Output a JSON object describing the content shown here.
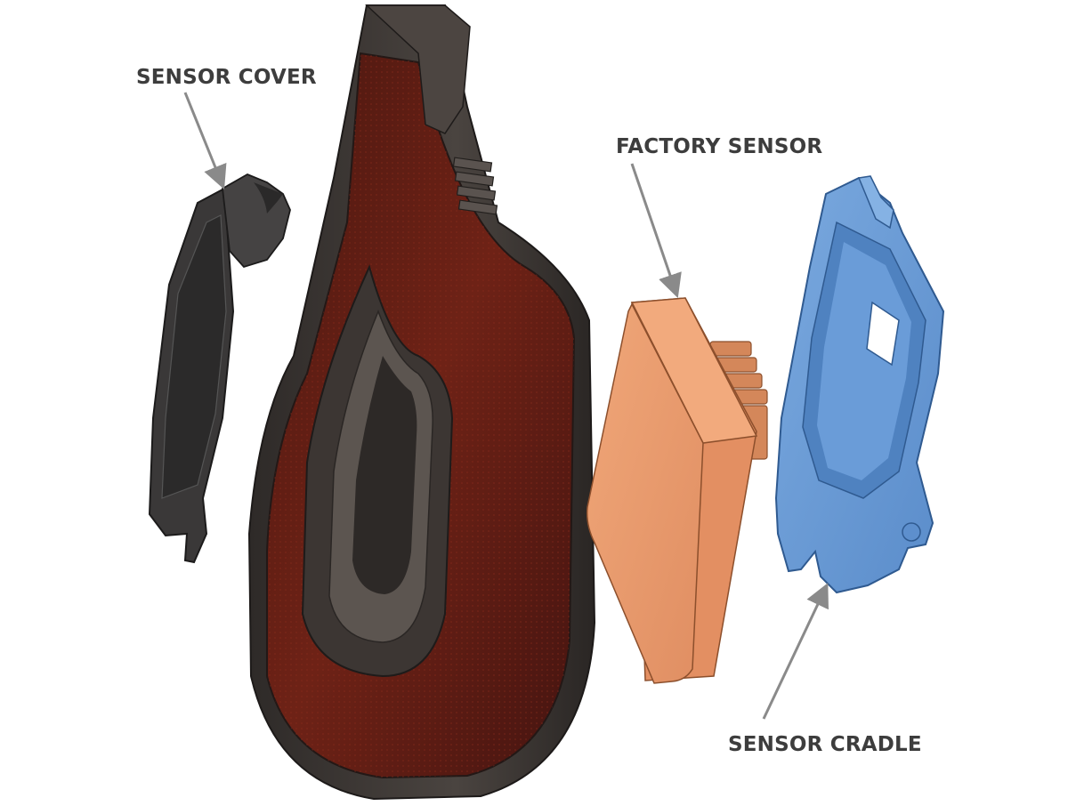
{
  "labels": {
    "sensor_cover": "SENSOR COVER",
    "factory_sensor": "FACTORY SENSOR",
    "sensor_cradle": "SENSOR CRADLE"
  },
  "colors": {
    "background": "#ffffff",
    "housing_frame": "#3b3532",
    "lens_red": "#6b1f15",
    "factory_sensor": "#e89a6e",
    "sensor_cradle": "#6f9fd6",
    "sensor_cover": "#3a3838",
    "arrow": "#8a8a8a",
    "label_text": "#3d3d3d"
  },
  "icons": {
    "arrow": "leader-arrow"
  }
}
